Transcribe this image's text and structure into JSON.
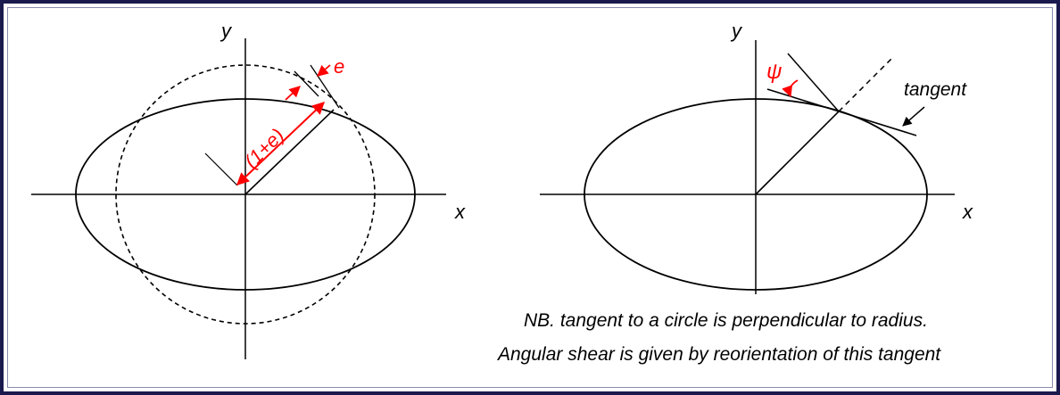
{
  "left_diagram": {
    "x_axis_label": "x",
    "y_axis_label": "y",
    "strain_label": "e",
    "length_label": "(1+e)"
  },
  "right_diagram": {
    "x_axis_label": "x",
    "y_axis_label": "y",
    "angle_label": "ψ",
    "tangent_label": "tangent"
  },
  "note": {
    "line1": "NB. tangent to a circle is perpendicular to radius.",
    "line2": "Angular shear is given by reorientation of this tangent"
  },
  "colors": {
    "annotation": "#ff0000",
    "frame": "#1a1a4e",
    "line": "#000000"
  }
}
